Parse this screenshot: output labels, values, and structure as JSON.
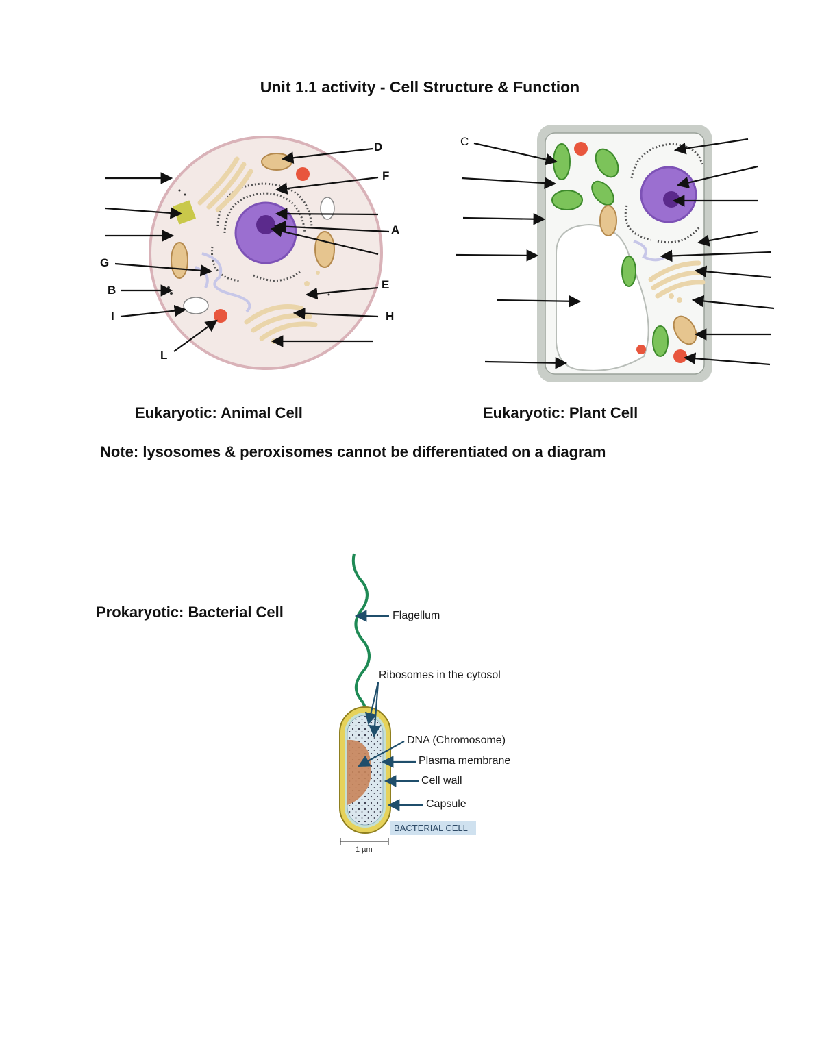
{
  "title": "Unit 1.1 activity - Cell Structure & Function",
  "animal": {
    "caption": "Eukaryotic: Animal Cell",
    "labels": {
      "D": "D",
      "F": "F",
      "A": "A",
      "E": "E",
      "H": "H",
      "G": "G",
      "B": "B",
      "I": "I",
      "L": "L"
    }
  },
  "plant": {
    "caption": "Eukaryotic: Plant Cell",
    "labels": {
      "C": "C"
    }
  },
  "note": "Note: lysosomes & peroxisomes cannot be differentiated on a diagram",
  "bacteria": {
    "caption": "Prokaryotic: Bacterial Cell",
    "labels": {
      "flagellum": "Flagellum",
      "ribosomes": "Ribosomes in the cytosol",
      "dna": "DNA (Chromosome)",
      "plasma_membrane": "Plasma membrane",
      "cell_wall": "Cell wall",
      "capsule": "Capsule"
    },
    "tag": "BACTERIAL CELL",
    "scale": "1 µm"
  },
  "colors": {
    "animal_cytoplasm": "#f3e9e6",
    "animal_membrane": "#d9b2b8",
    "nucleus": "#9b6fd0",
    "nucleolus": "#5b2a8c",
    "mitochondria": "#e6c58f",
    "golgi": "#ead5aa",
    "chloroplast": "#7cc35a",
    "vesicle_red": "#e8563d",
    "plant_wall": "#c9cec8",
    "capsule": "#e6d25a",
    "dna": "#c8845a",
    "flagellum": "#1f8a55",
    "arrow_blue": "#1f4e6b"
  }
}
